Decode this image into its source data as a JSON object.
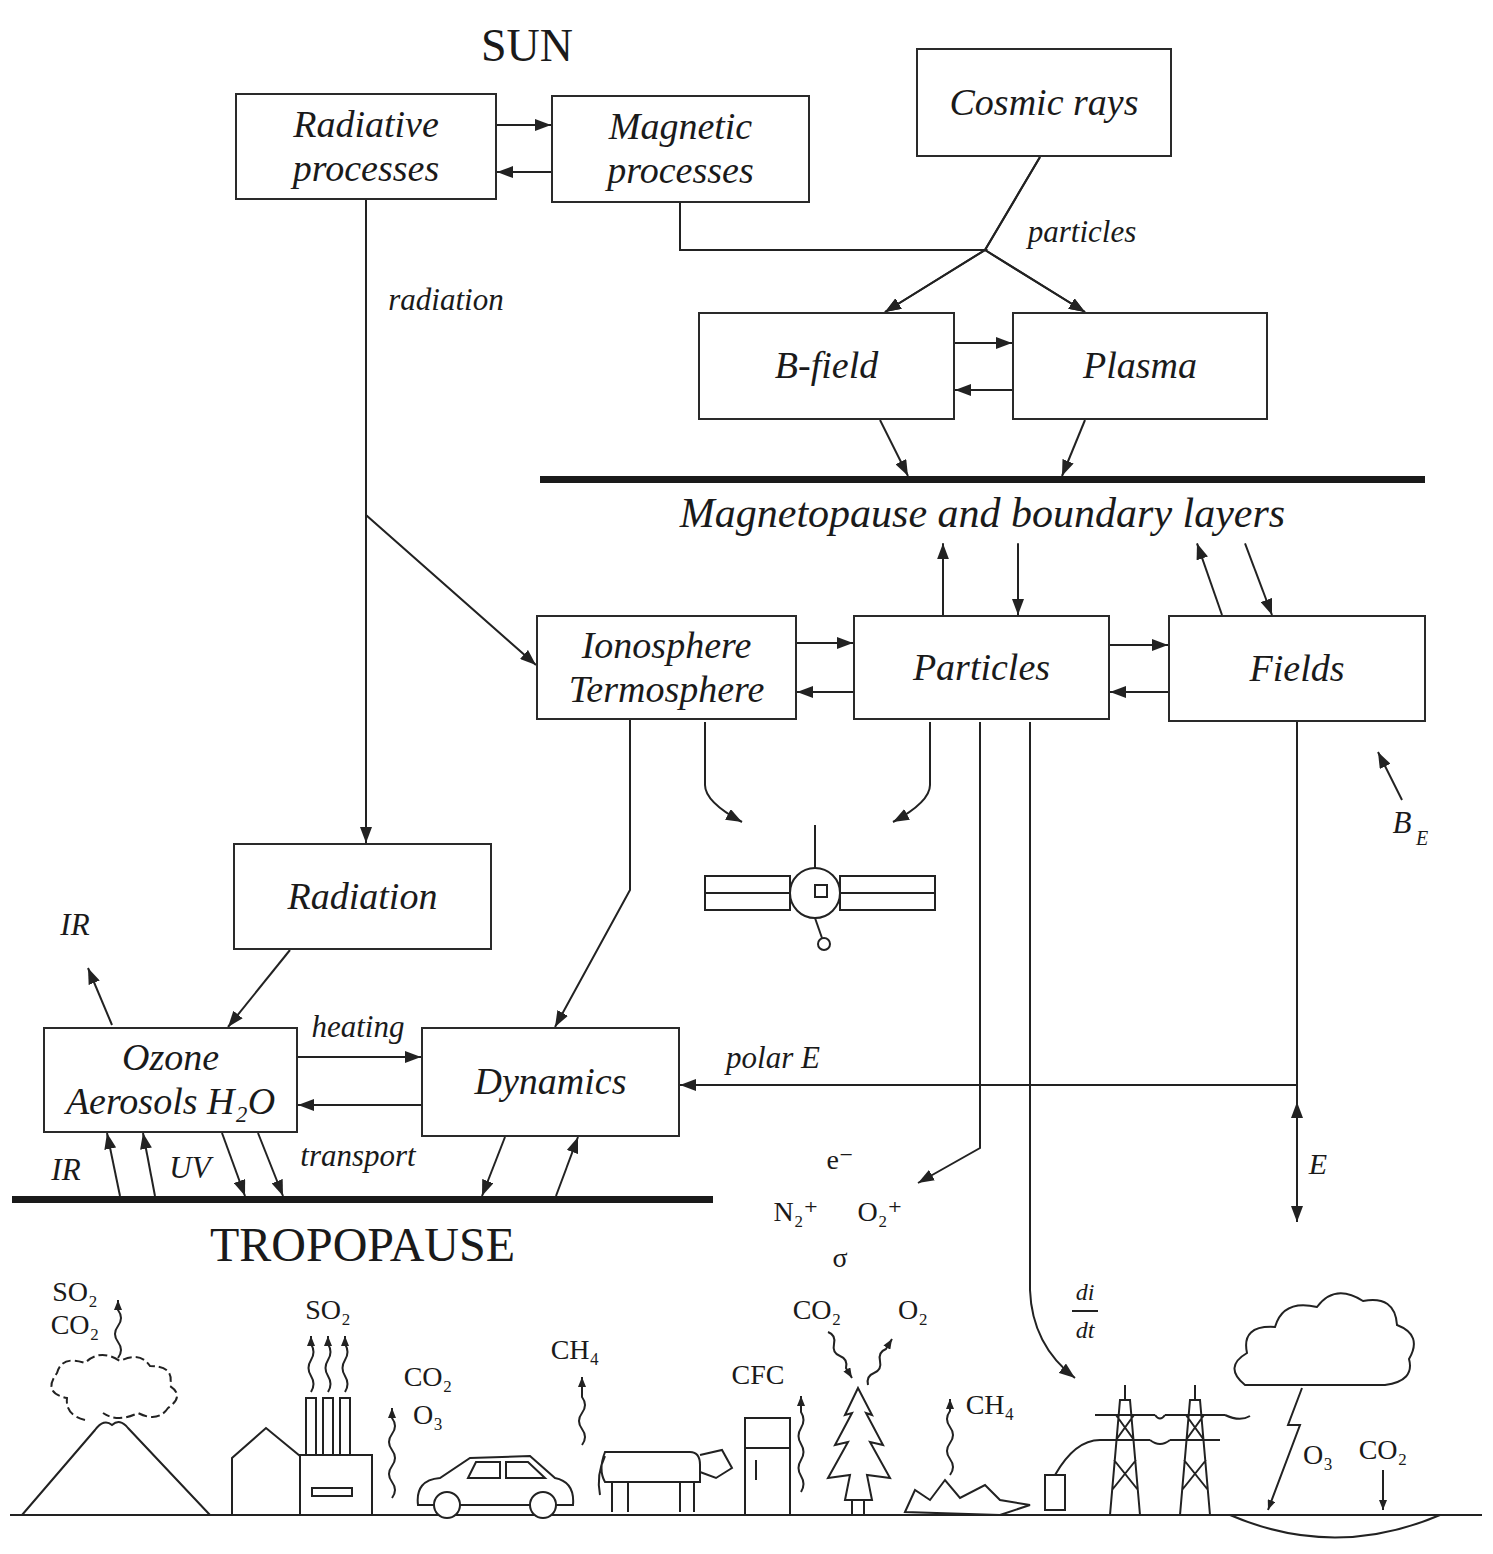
{
  "diagram": {
    "nodes": [
      {
        "text": [
          "Radiative processes"
        ]
      },
      {
        "text": [
          "Magnetic processes"
        ]
      },
      {
        "text": [
          "Cosmic rays"
        ]
      },
      {
        "text": [
          "B-field"
        ]
      },
      {
        "text": [
          "Plasma"
        ]
      },
      {
        "text": [
          "Magnetopause and boundary layers"
        ]
      },
      {
        "text": [
          "Ionosphere Termosphere"
        ]
      },
      {
        "text": [
          "Particles"
        ]
      },
      {
        "text": [
          "Fields"
        ]
      },
      {
        "text": [
          "Radiation"
        ]
      },
      {
        "text": [
          "Ozone Aerosols H₂O"
        ]
      },
      {
        "text": [
          "Dynamics"
        ]
      },
      {
        "text": [
          "TROPOPAUSE"
        ]
      }
    ],
    "edges": [
      {
        "from": 0,
        "to": 1,
        "arrow": "to"
      },
      {
        "from": 1,
        "to": 0,
        "arrow": "to"
      },
      {
        "from": 1,
        "to": 3,
        "arrow": "to"
      },
      {
        "from": 1,
        "to": 4,
        "arrow": "to"
      },
      {
        "from": 2,
        "to": 3,
        "arrow": "to"
      },
      {
        "from": 2,
        "to": 4,
        "label": "particles",
        "arrow": "to"
      },
      {
        "from": 3,
        "to": 4,
        "arrow": "to"
      },
      {
        "from": 4,
        "to": 3,
        "arrow": "to"
      },
      {
        "from": 3,
        "to": 5,
        "arrow": "to"
      },
      {
        "from": 4,
        "to": 5,
        "arrow": "to"
      },
      {
        "from": 0,
        "to": 9,
        "label": "radiation",
        "arrow": "to"
      },
      {
        "from": 0,
        "to": 6,
        "arrow": "to"
      },
      {
        "from": 7,
        "to": 5,
        "arrow": "to"
      },
      {
        "from": 5,
        "to": 7,
        "arrow": "to"
      },
      {
        "from": 8,
        "to": 5,
        "arrow": "to"
      },
      {
        "from": 5,
        "to": 8,
        "arrow": "to"
      },
      {
        "from": 6,
        "to": 7,
        "arrow": "to"
      },
      {
        "from": 7,
        "to": 6,
        "arrow": "to"
      },
      {
        "from": 7,
        "to": 8,
        "arrow": "to"
      },
      {
        "from": 8,
        "to": 7,
        "arrow": "to"
      },
      {
        "from": 6,
        "to": 11,
        "arrow": "to"
      },
      {
        "from": 9,
        "to": 10,
        "arrow": "to"
      },
      {
        "from": 10,
        "to": 11,
        "label": "heating",
        "arrow": "to"
      },
      {
        "from": 11,
        "to": 10,
        "label": "transport",
        "arrow": "to"
      },
      {
        "from": 8,
        "to": 11,
        "label": "polar E",
        "arrow": "to"
      },
      {
        "from": 12,
        "to": 10,
        "label": "IR",
        "arrow": "to"
      },
      {
        "from": 12,
        "to": 10,
        "arrow": "to"
      },
      {
        "from": 10,
        "to": 12,
        "label": "UV",
        "arrow": "to"
      },
      {
        "from": 10,
        "to": 12,
        "arrow": "to"
      },
      {
        "from": 11,
        "to": 12,
        "arrow": "to"
      },
      {
        "from": 12,
        "to": 11,
        "arrow": "to"
      }
    ],
    "labels": [
      "SUN",
      "IR",
      "e⁻",
      "N₂⁺",
      "O₂⁺",
      "σ",
      "E",
      "B",
      "E",
      "di",
      "dt",
      "SO₂",
      "CO₂",
      "SO₂",
      "CO₂",
      "O₃",
      "CH₄",
      "CFC",
      "CO₂",
      "O₂",
      "CH₄",
      "O₃",
      "CO₂"
    ]
  }
}
